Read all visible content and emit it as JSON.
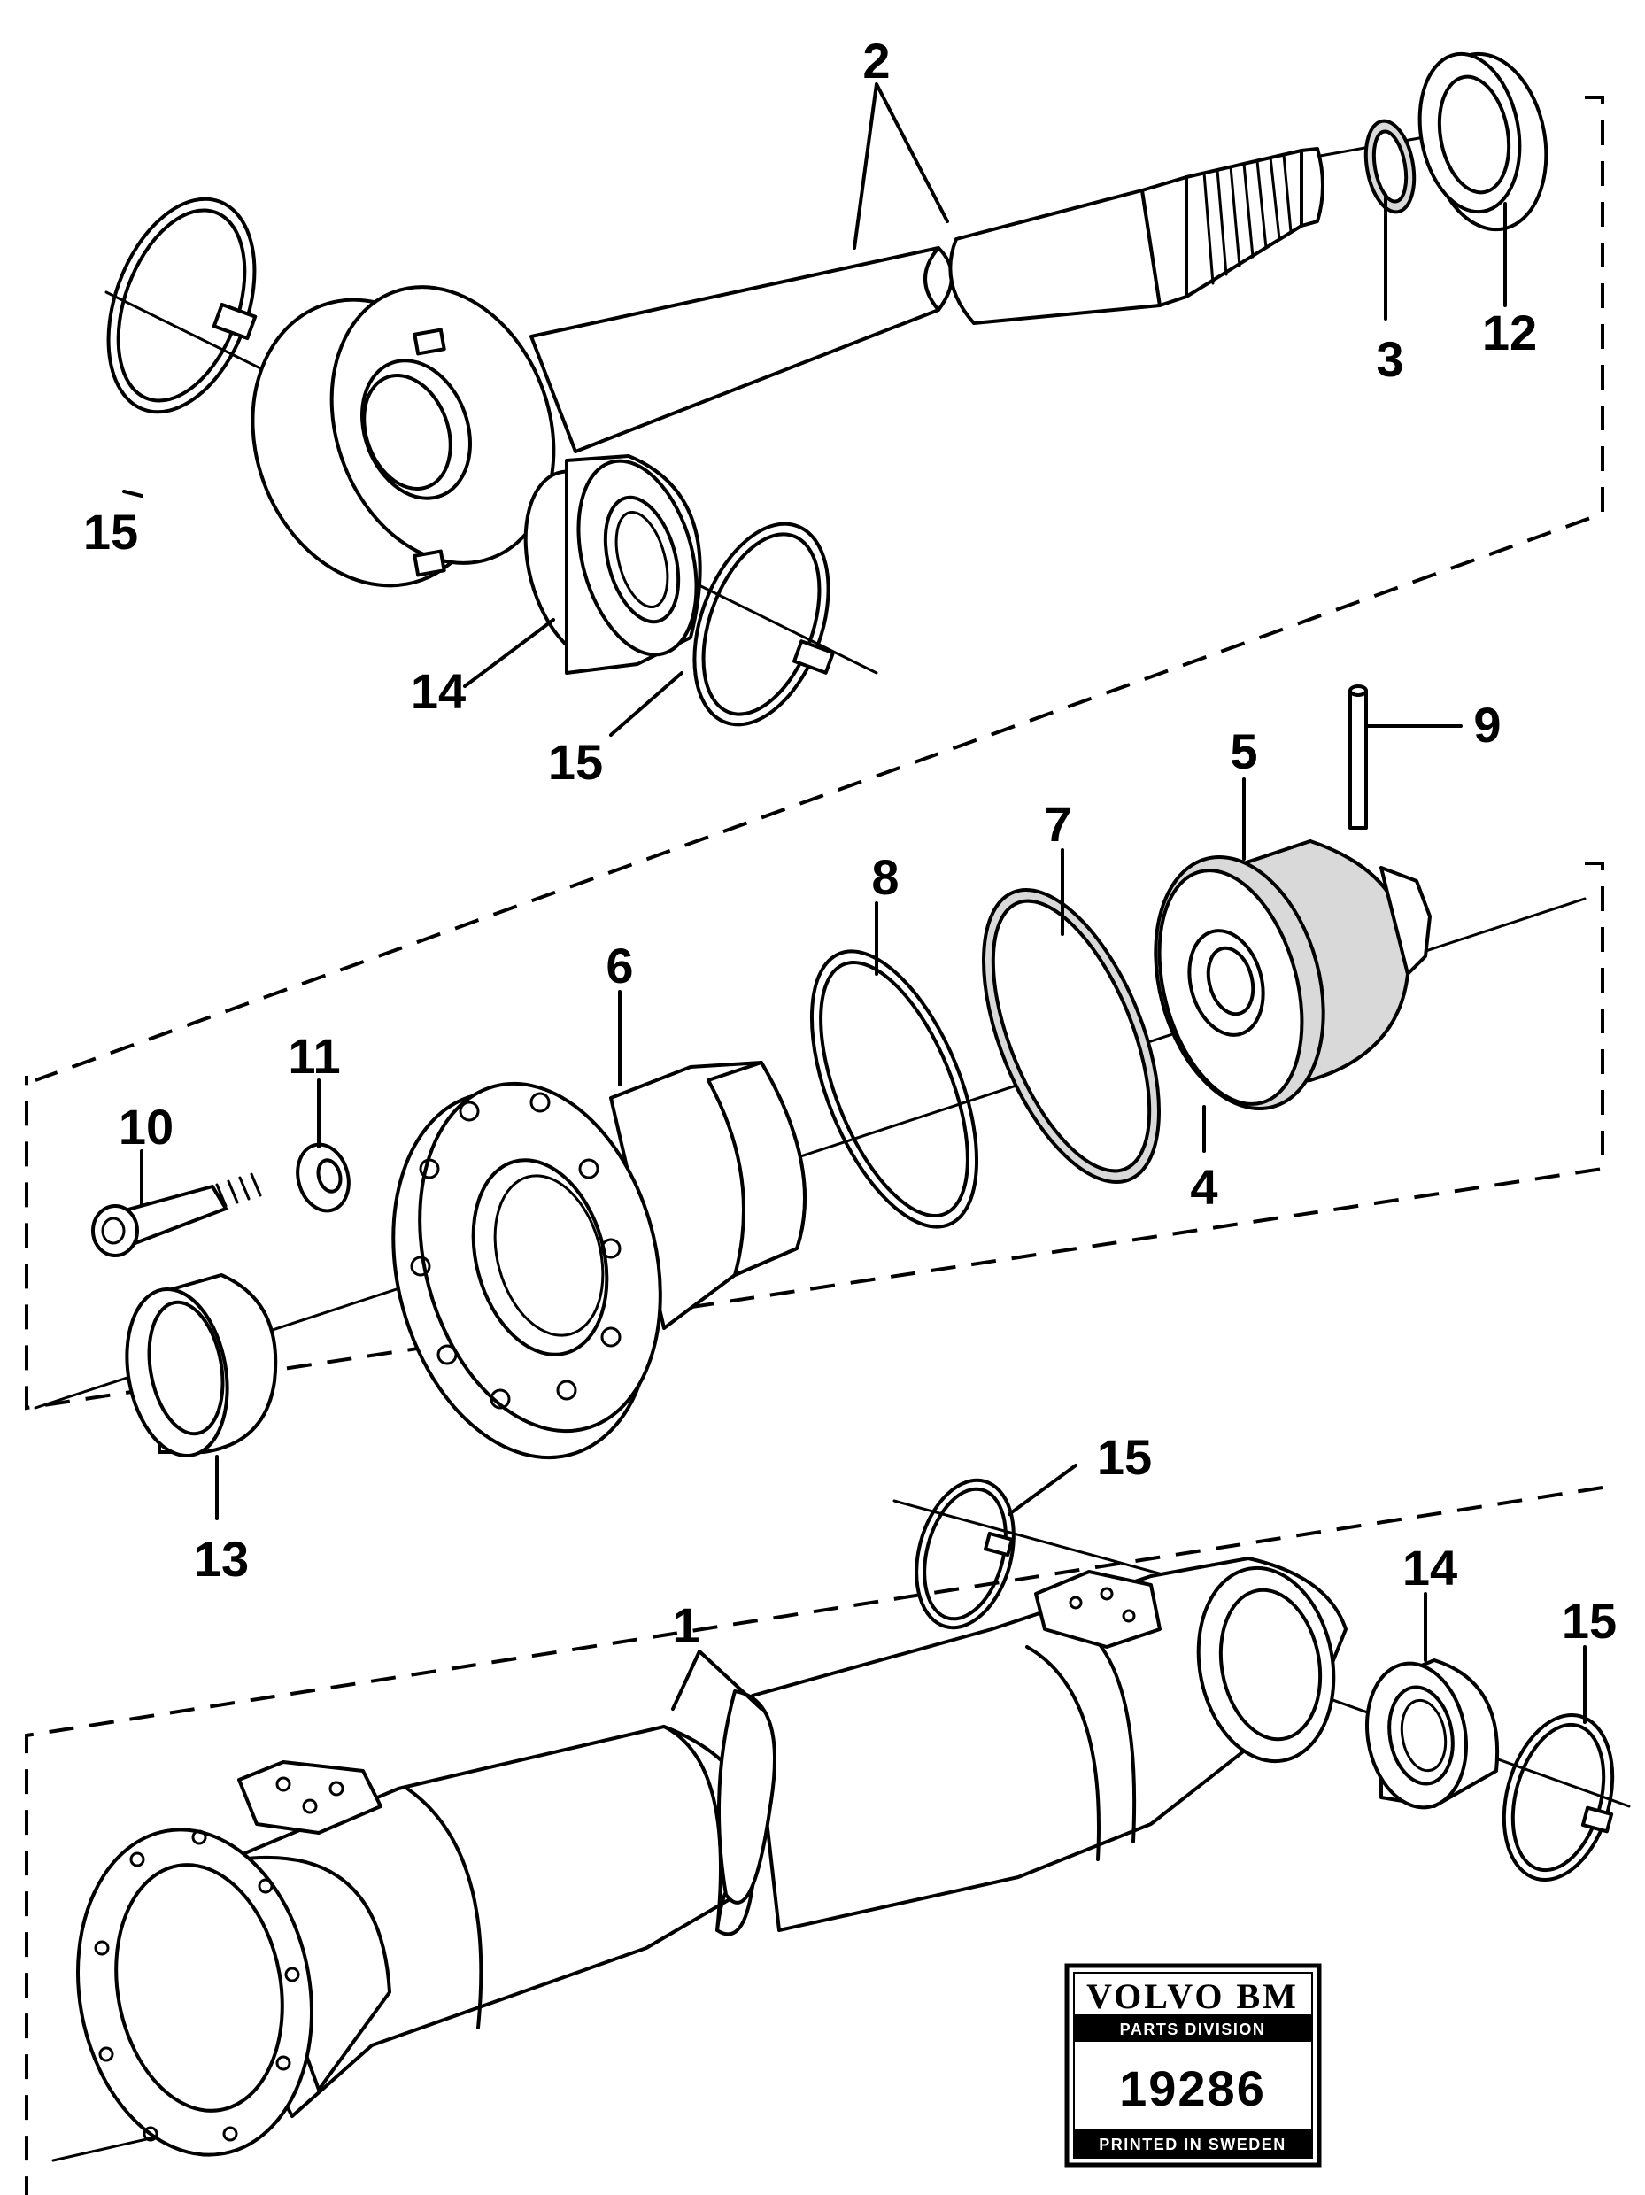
{
  "diagram": {
    "callouts": [
      {
        "id": "2",
        "text": "2"
      },
      {
        "id": "3",
        "text": "3"
      },
      {
        "id": "12",
        "text": "12"
      },
      {
        "id": "15a",
        "text": "15"
      },
      {
        "id": "14a",
        "text": "14"
      },
      {
        "id": "15b",
        "text": "15"
      },
      {
        "id": "9",
        "text": "9"
      },
      {
        "id": "5",
        "text": "5"
      },
      {
        "id": "7",
        "text": "7"
      },
      {
        "id": "8",
        "text": "8"
      },
      {
        "id": "6",
        "text": "6"
      },
      {
        "id": "11",
        "text": "11"
      },
      {
        "id": "10",
        "text": "10"
      },
      {
        "id": "4",
        "text": "4"
      },
      {
        "id": "13",
        "text": "13"
      },
      {
        "id": "15c",
        "text": "15"
      },
      {
        "id": "14b",
        "text": "14"
      },
      {
        "id": "15d",
        "text": "15"
      },
      {
        "id": "1",
        "text": "1"
      }
    ]
  },
  "stamp": {
    "brand": "VOLVO BM",
    "division": "PARTS DIVISION",
    "number": "19286",
    "origin": "PRINTED IN SWEDEN"
  }
}
